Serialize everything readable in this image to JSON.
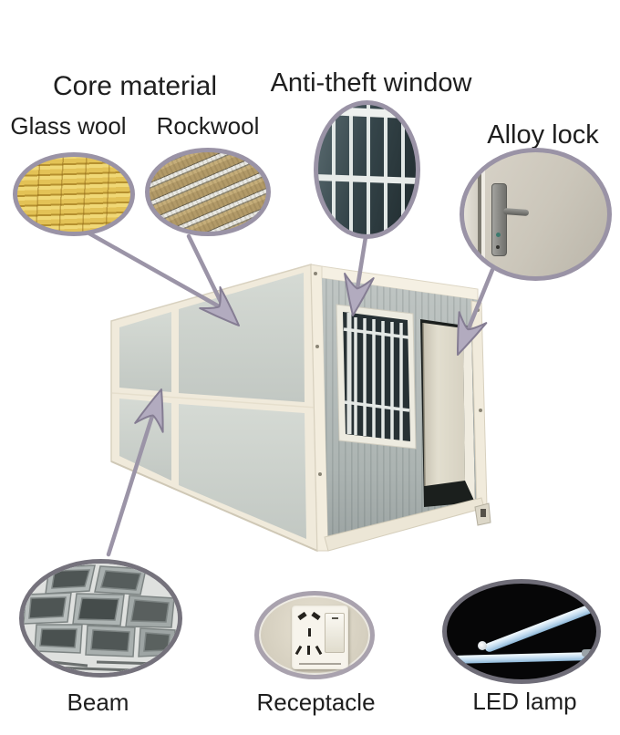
{
  "figure": {
    "type": "product-feature-diagram",
    "subject": "folding container house"
  },
  "labels": {
    "core_material": "Core material",
    "glass_wool": "Glass wool",
    "rockwool": "Rockwool",
    "anti_theft_window": "Anti-theft window",
    "alloy_lock": "Alloy lock",
    "beam": "Beam",
    "receptacle": "Receptacle",
    "led_lamp": "LED lamp"
  },
  "colors": {
    "page-bg": "#ffffff",
    "text": "#1e1e1e",
    "callout-border": "#9a93a6",
    "leader-line": "#9b94a7",
    "arrow-fill": "#b2abbf",
    "arrow-stroke": "#857d93",
    "container-frame": "#f0eadb",
    "wall-panel": "#c9cfc9",
    "glass-wool": "#e8c95e",
    "rockwool": "#bda671",
    "led-tube": "#c3dcf0"
  }
}
